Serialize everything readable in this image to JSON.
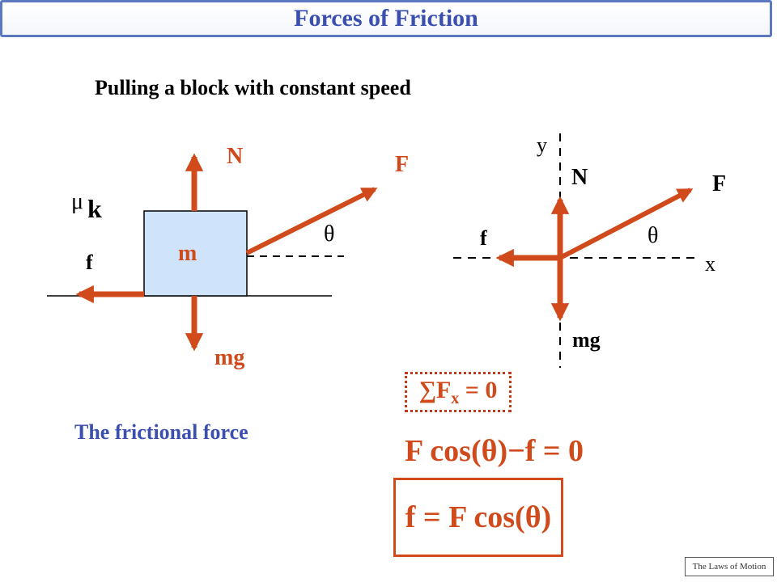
{
  "title": "Forces of Friction",
  "subtitle": "Pulling a block with constant speed",
  "left_diagram": {
    "mass_label": "m",
    "normal_label": "N",
    "force_label": "F",
    "weight_label": "mg",
    "friction_label": "f",
    "angle_label": "θ",
    "mu_symbol": "μ",
    "mu_subscript": "k"
  },
  "right_diagram": {
    "y_axis_label": "y",
    "x_axis_label": "x",
    "normal_label": "N",
    "force_label": "F",
    "weight_label": "mg",
    "friction_label": "f",
    "angle_label": "θ"
  },
  "frictional_force_caption": "The frictional force",
  "equations": {
    "sum_symbol": "∑",
    "sum_var": "F",
    "sum_sub": "x",
    "sum_rhs": "= 0",
    "balance": "F cos(θ)−f = 0",
    "result": "f = F cos(θ)"
  },
  "footer": "The Laws of Motion",
  "colors": {
    "title": "#3a4fb0",
    "arrows": "#d04a1b",
    "block_fill": "#cfe3fb"
  }
}
